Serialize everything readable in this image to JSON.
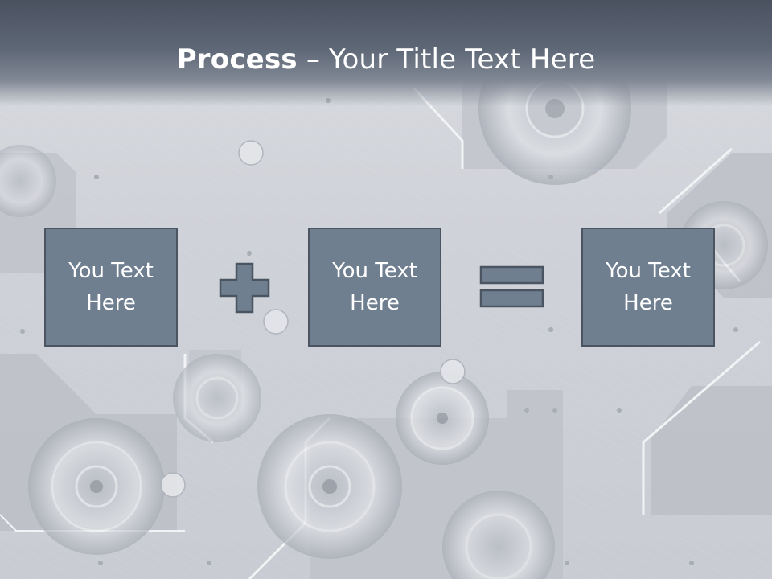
{
  "slide": {
    "title_bold": "Process",
    "title_rest": " – Your Title Text Here",
    "boxes": [
      {
        "text": "You Text Here"
      },
      {
        "text": "You Text Here"
      },
      {
        "text": "You Text Here"
      }
    ],
    "operators": [
      "plus-icon",
      "equals-icon"
    ]
  },
  "colors": {
    "header": "#4a5260",
    "box_fill": "#6f7f90",
    "box_border": "#4b5562",
    "text": "#ffffff",
    "background": "#cfd2d8"
  }
}
